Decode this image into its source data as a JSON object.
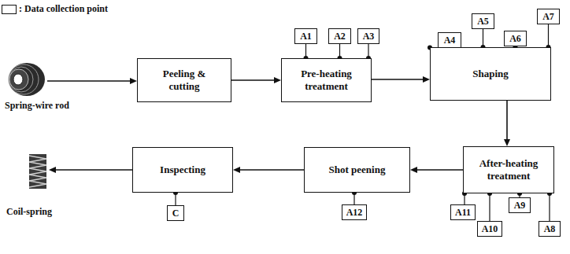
{
  "diagram": {
    "nodes": [
      {
        "text": [
          "Peeling & cutting"
        ]
      },
      {
        "text": [
          "Pre-heating treatment"
        ]
      },
      {
        "text": [
          "Shaping"
        ]
      },
      {
        "text": [
          "After-heating treatment"
        ]
      },
      {
        "text": [
          "Shot peening"
        ]
      },
      {
        "text": [
          "Inspecting"
        ]
      },
      {
        "text": [
          "A1"
        ]
      },
      {
        "text": [
          "A2"
        ]
      },
      {
        "text": [
          "A3"
        ]
      },
      {
        "text": [
          "A4"
        ]
      },
      {
        "text": [
          "A5"
        ]
      },
      {
        "text": [
          "A6"
        ]
      },
      {
        "text": [
          "A7"
        ]
      },
      {
        "text": [
          "A8"
        ]
      },
      {
        "text": [
          "A9"
        ]
      },
      {
        "text": [
          "A10"
        ]
      },
      {
        "text": [
          "A11"
        ]
      },
      {
        "text": [
          "A12"
        ]
      },
      {
        "text": [
          "C"
        ]
      }
    ],
    "edges": [
      {
        "from": 0,
        "to": 1,
        "arrow": "to"
      },
      {
        "from": 1,
        "to": 2,
        "arrow": "to"
      },
      {
        "from": 2,
        "to": 3,
        "arrow": "to"
      },
      {
        "from": 3,
        "to": 4,
        "arrow": "to"
      },
      {
        "from": 4,
        "to": 5,
        "arrow": "to"
      },
      {
        "from": 1,
        "to": 6,
        "arrow": "none"
      },
      {
        "from": 1,
        "to": 7,
        "arrow": "none"
      },
      {
        "from": 1,
        "to": 8,
        "arrow": "none"
      },
      {
        "from": 2,
        "to": 9,
        "arrow": "none"
      },
      {
        "from": 2,
        "to": 10,
        "arrow": "none"
      },
      {
        "from": 2,
        "to": 11,
        "arrow": "none"
      },
      {
        "from": 2,
        "to": 12,
        "arrow": "none"
      },
      {
        "from": 3,
        "to": 13,
        "arrow": "none"
      },
      {
        "from": 3,
        "to": 14,
        "arrow": "none"
      },
      {
        "from": 3,
        "to": 15,
        "arrow": "none"
      },
      {
        "from": 3,
        "to": 16,
        "arrow": "none"
      },
      {
        "from": 4,
        "to": 17,
        "arrow": "none"
      },
      {
        "from": 5,
        "to": 18,
        "arrow": "none"
      }
    ],
    "labels": [
      "Spring-wire rod",
      "Coil-spring"
    ],
    "legend": [
      {
        "text": ": Data collection point"
      }
    ]
  }
}
